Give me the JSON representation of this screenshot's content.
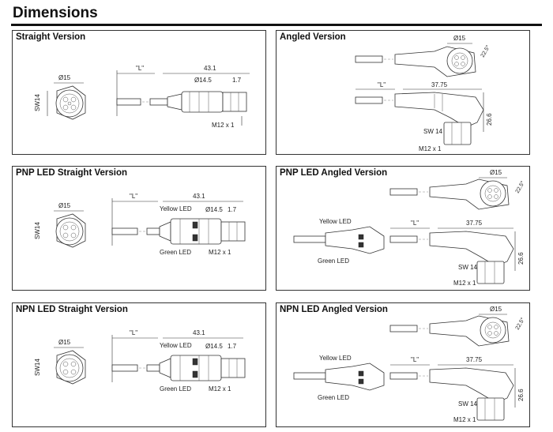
{
  "page": {
    "title": "Dimensions"
  },
  "panels": {
    "p1": {
      "title": "Straight Version",
      "labels": {
        "dia15": "Ø15",
        "sw": "SW14",
        "L": "\"L\"",
        "len": "43.1",
        "dia145": "Ø14.5",
        "d17": "1.7",
        "thread": "M12 x 1"
      }
    },
    "p2": {
      "title": "Angled Version",
      "labels": {
        "dia15": "Ø15",
        "angle": "22.5°",
        "L": "\"L\"",
        "len": "37.75",
        "h": "26.6",
        "sw": "SW 14",
        "thread": "M12 x 1"
      }
    },
    "p3": {
      "title": "PNP LED Straight Version",
      "labels": {
        "dia15": "Ø15",
        "sw": "SW14",
        "L": "\"L\"",
        "len": "43.1",
        "yellow": "Yellow LED",
        "green": "Green LED",
        "dia145": "Ø14.5",
        "d17": "1.7",
        "thread": "M12 x 1"
      }
    },
    "p4": {
      "title": "PNP LED Angled Version",
      "labels": {
        "dia15": "Ø15",
        "angle": "22.5°",
        "yellow": "Yellow LED",
        "green": "Green LED",
        "L": "\"L\"",
        "len": "37.75",
        "h": "26.6",
        "sw": "SW 14",
        "thread": "M12 x 1"
      }
    },
    "p5": {
      "title": "NPN LED Straight Version",
      "labels": {
        "dia15": "Ø15",
        "sw": "SW14",
        "L": "\"L\"",
        "len": "43.1",
        "yellow": "Yellow LED",
        "green": "Green LED",
        "dia145": "Ø14.5",
        "d17": "1.7",
        "thread": "M12 x 1"
      }
    },
    "p6": {
      "title": "NPN LED Angled Version",
      "labels": {
        "dia15": "Ø15",
        "angle": "22.5°",
        "yellow": "Yellow LED",
        "green": "Green LED",
        "L": "\"L\"",
        "len": "37.75",
        "h": "26.6",
        "sw": "SW 14",
        "thread": "M12 x 1"
      }
    }
  }
}
